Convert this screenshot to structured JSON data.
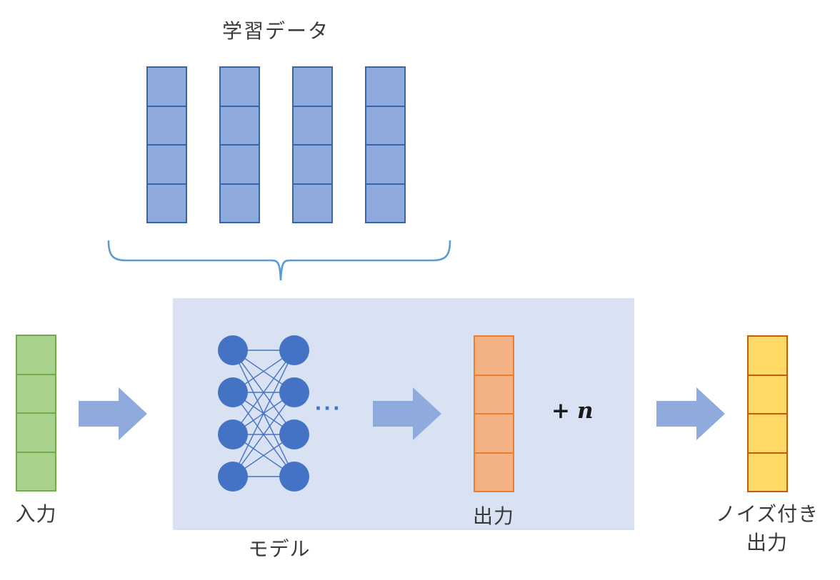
{
  "title": "学習データ",
  "labels": {
    "input": "入力",
    "model": "モデル",
    "output": "出力",
    "noisy_output": [
      "ノイズ付き",
      "出力"
    ]
  },
  "noise_term": {
    "plus": "+",
    "symbol": "n"
  },
  "training_data": {
    "column_count": 4,
    "cells_per_column": 4
  },
  "vectors": {
    "input_cells": 4,
    "output_cells": 4,
    "noisy_cells": 4
  },
  "network": {
    "left_nodes": 4,
    "right_nodes": 4,
    "ellipsis": "···"
  },
  "colors": {
    "background": "#FFFFFF",
    "model_box": "#D9E2F3",
    "training_fill": "#8FAADC",
    "training_border": "#3565AF",
    "input_fill": "#A9D18E",
    "input_border": "#70AD47",
    "output_fill": "#F4B183",
    "output_border": "#ED7D31",
    "noisy_fill": "#FFD966",
    "noisy_border": "#C55A11",
    "arrow": "#8FAADC",
    "brace": "#5B9BD5",
    "network_node": "#4472C4",
    "text": "#3A3A3A"
  }
}
